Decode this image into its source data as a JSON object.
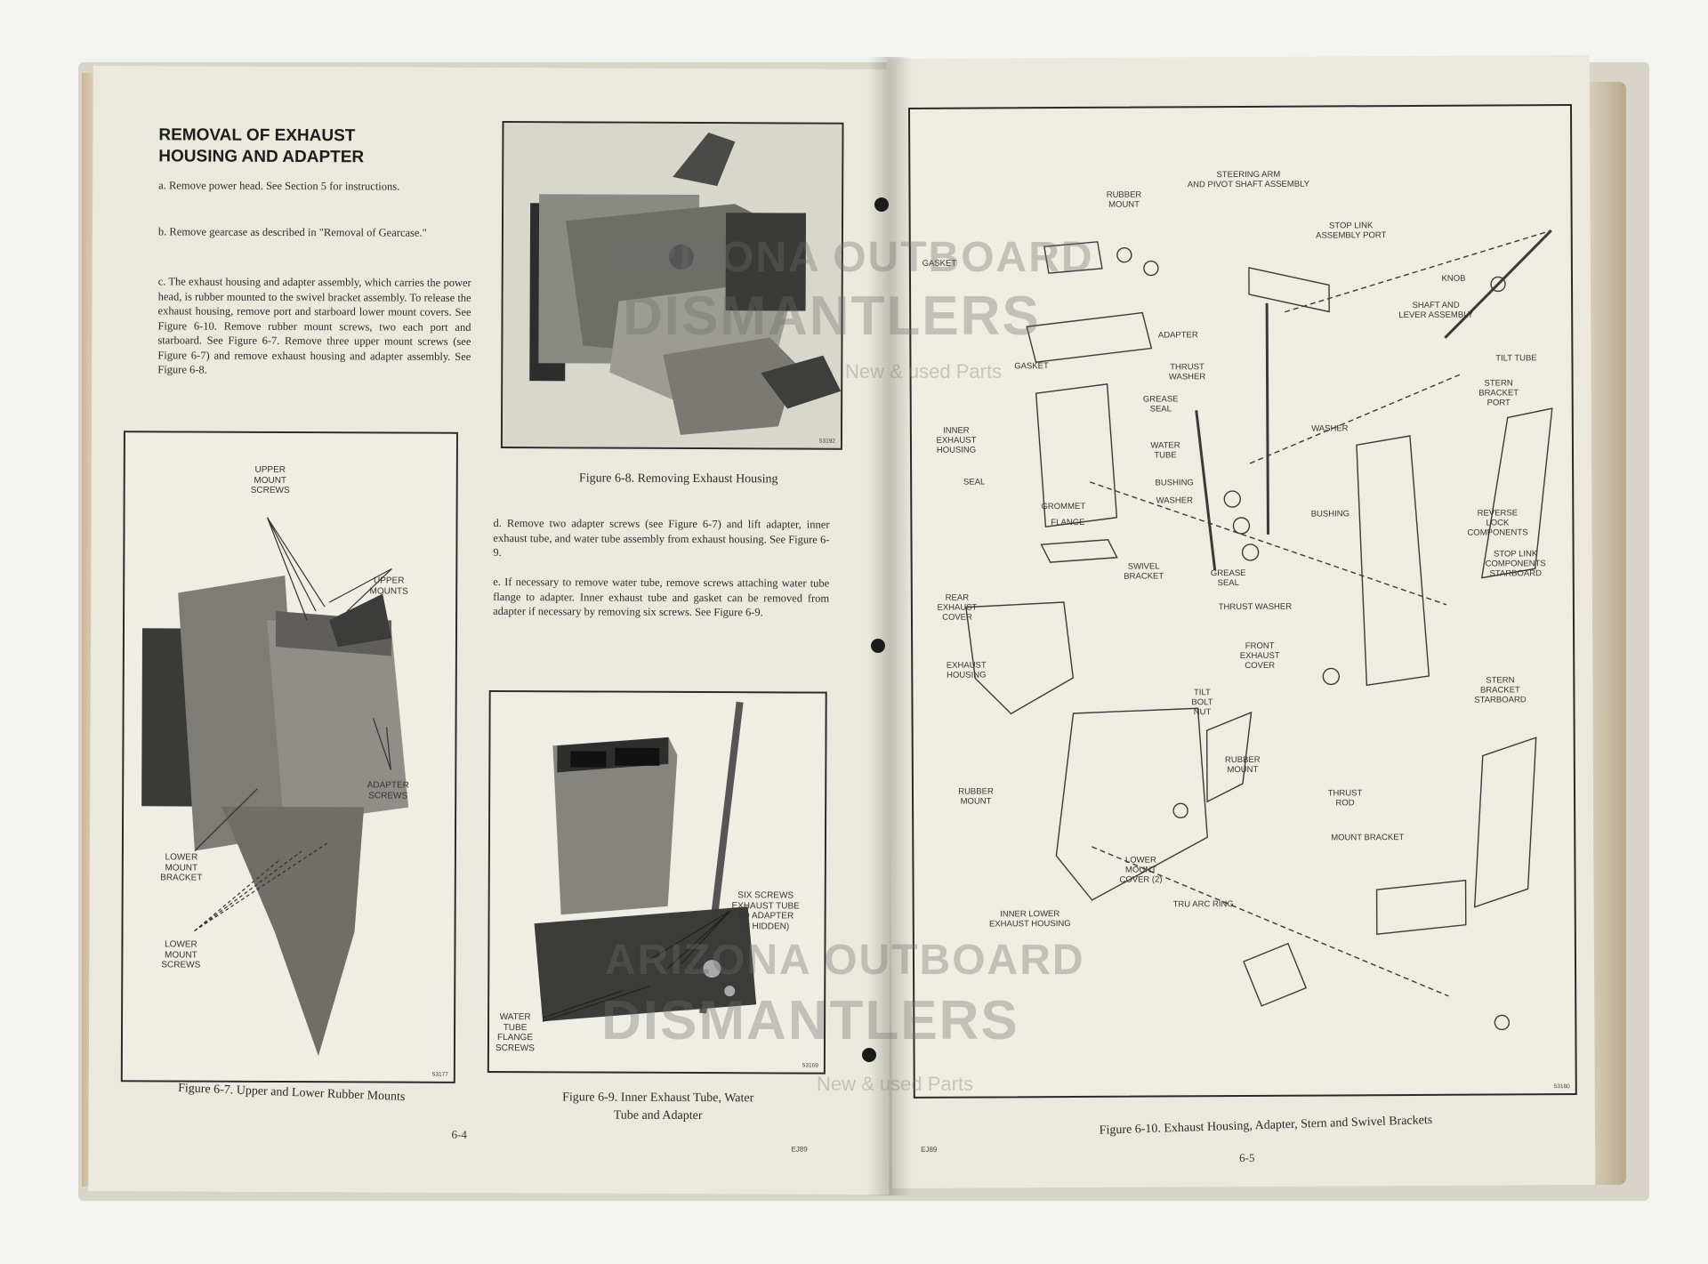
{
  "left_page": {
    "heading": "REMOVAL OF EXHAUST\nHOUSING AND ADAPTER",
    "paragraphs": {
      "a": "a. Remove power head. See Section 5 for instructions.",
      "b": "b. Remove gearcase as described in \"Removal of Gearcase.\"",
      "c": "c. The exhaust housing and adapter assembly, which carries the power head, is rubber mounted to the swivel bracket assembly. To release the exhaust housing, remove port and starboard lower mount covers. See Figure 6-10. Remove rubber mount screws, two each port and starboard. See Figure 6-7. Remove three upper mount screws (see Figure 6-7) and remove exhaust housing and adapter assembly. See Figure 6-8.",
      "d": "d. Remove two adapter screws (see Figure 6-7) and lift adapter, inner exhaust tube, and water tube assembly from exhaust housing. See Figure 6-9.",
      "e": "e. If necessary to remove water tube, remove screws attaching water tube flange to adapter. Inner exhaust tube and gasket can be removed from adapter if necessary by removing six screws. See Figure 6-9."
    },
    "fig_6_8": {
      "caption": "Figure 6-8. Removing Exhaust Housing",
      "code": "53192"
    },
    "fig_6_7": {
      "caption": "Figure 6-7. Upper and Lower Rubber Mounts",
      "code": "53177",
      "callouts": {
        "upper_mount_screws": "UPPER\nMOUNT\nSCREWS",
        "upper_mounts": "UPPER\nMOUNTS",
        "adapter_screws": "ADAPTER\nSCREWS",
        "lower_mount_bracket": "LOWER\nMOUNT\nBRACKET",
        "lower_mount_screws": "LOWER\nMOUNT\nSCREWS"
      }
    },
    "fig_6_9": {
      "caption": "Figure 6-9. Inner Exhaust Tube, Water\nTube and Adapter",
      "code": "53169",
      "callouts": {
        "six_screws": "SIX SCREWS\nEXHAUST TUBE\nTO ADAPTER\n(2 HIDDEN)",
        "water_tube_flange": "WATER\nTUBE\nFLANGE\nSCREWS"
      }
    },
    "page_number": "6-4",
    "footer_code": "EJ89"
  },
  "right_page": {
    "fig_6_10": {
      "caption": "Figure 6-10. Exhaust Housing, Adapter, Stern and Swivel Brackets",
      "code": "53180"
    },
    "labels": {
      "steering_arm": "STEERING ARM\nAND PIVOT SHAFT ASSEMBLY",
      "rubber_mount_top": "RUBBER\nMOUNT",
      "stop_link_port": "STOP LINK\nASSEMBLY PORT",
      "gasket_top": "GASKET",
      "knob": "KNOB",
      "shaft_lever": "SHAFT AND\nLEVER ASSEMBLY",
      "adapter": "ADAPTER",
      "tilt_tube": "TILT TUBE",
      "gasket_mid": "GASKET",
      "thrust_washer": "THRUST\nWASHER",
      "stern_bracket_port": "STERN\nBRACKET\nPORT",
      "grease_seal": "GREASE\nSEAL",
      "inner_exhaust_housing": "INNER\nEXHAUST\nHOUSING",
      "washer_a": "WASHER",
      "water_tube": "WATER\nTUBE",
      "seal": "SEAL",
      "bushing_a": "BUSHING",
      "grommet": "GROMMET",
      "washer_b": "WASHER",
      "bushing_b": "BUSHING",
      "flange": "FLANGE",
      "reverse_lock": "REVERSE\nLOCK\nCOMPONENTS",
      "swivel_bracket": "SWIVEL\nBRACKET",
      "grease_seal_b": "GREASE\nSEAL",
      "stop_link_starboard": "STOP LINK\nCOMPONENTS\nSTARBOARD",
      "rear_exhaust_cover": "REAR\nEXHAUST\nCOVER",
      "thrust_washer_b": "THRUST WASHER",
      "front_exhaust_cover": "FRONT\nEXHAUST\nCOVER",
      "exhaust_housing": "EXHAUST\nHOUSING",
      "tilt_bolt_nut": "TILT\nBOLT\nNUT",
      "stern_bracket_starboard": "STERN\nBRACKET\nSTARBOARD",
      "rubber_mount_mid": "RUBBER\nMOUNT",
      "rubber_mount_low": "RUBBER\nMOUNT",
      "thrust_rod": "THRUST\nROD",
      "mount_bracket": "MOUNT BRACKET",
      "lower_mount_cover": "LOWER\nMOUNT\nCOVER (2)",
      "tru_arc_ring": "TRU ARC RING",
      "inner_lower_exhaust": "INNER LOWER\nEXHAUST HOUSING"
    },
    "page_number": "6-5",
    "footer_code": "EJ89"
  },
  "watermark": {
    "title_line1": "ARIZONA OUTBOARD",
    "title_line2": "DISMANTLERS",
    "subtitle": "New & used Parts"
  }
}
